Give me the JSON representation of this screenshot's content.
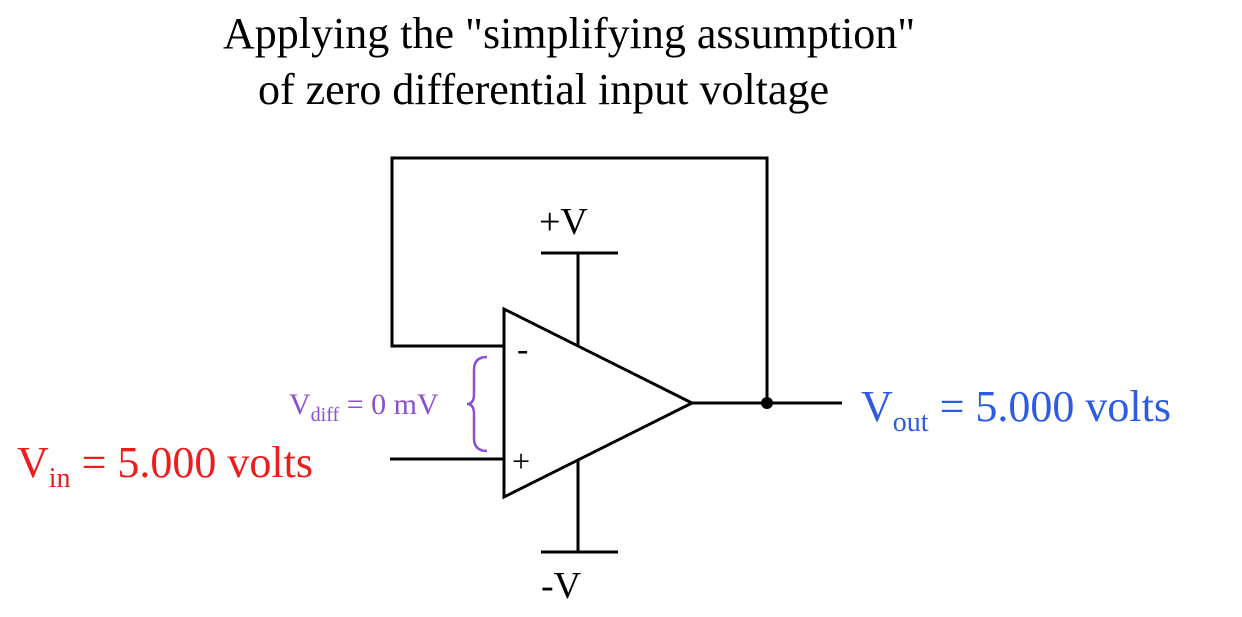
{
  "title": {
    "line1": "Applying the \"simplifying assumption\"",
    "line2": "of zero differential input voltage"
  },
  "opamp": {
    "inverting_label": "-",
    "noninverting_label": "+"
  },
  "supply": {
    "positive_label": "+V",
    "negative_label": "-V"
  },
  "vin": {
    "symbol": "V",
    "subscript": "in",
    "value_text": " = 5.000 volts",
    "color": "#ee1c1c"
  },
  "vout": {
    "symbol": "V",
    "subscript": "out",
    "value_text": " = 5.000 volts",
    "color": "#2d5be3"
  },
  "vdiff": {
    "symbol": "V",
    "subscript": "diff",
    "value_text": " = 0 mV",
    "color": "#8a4fd6"
  }
}
